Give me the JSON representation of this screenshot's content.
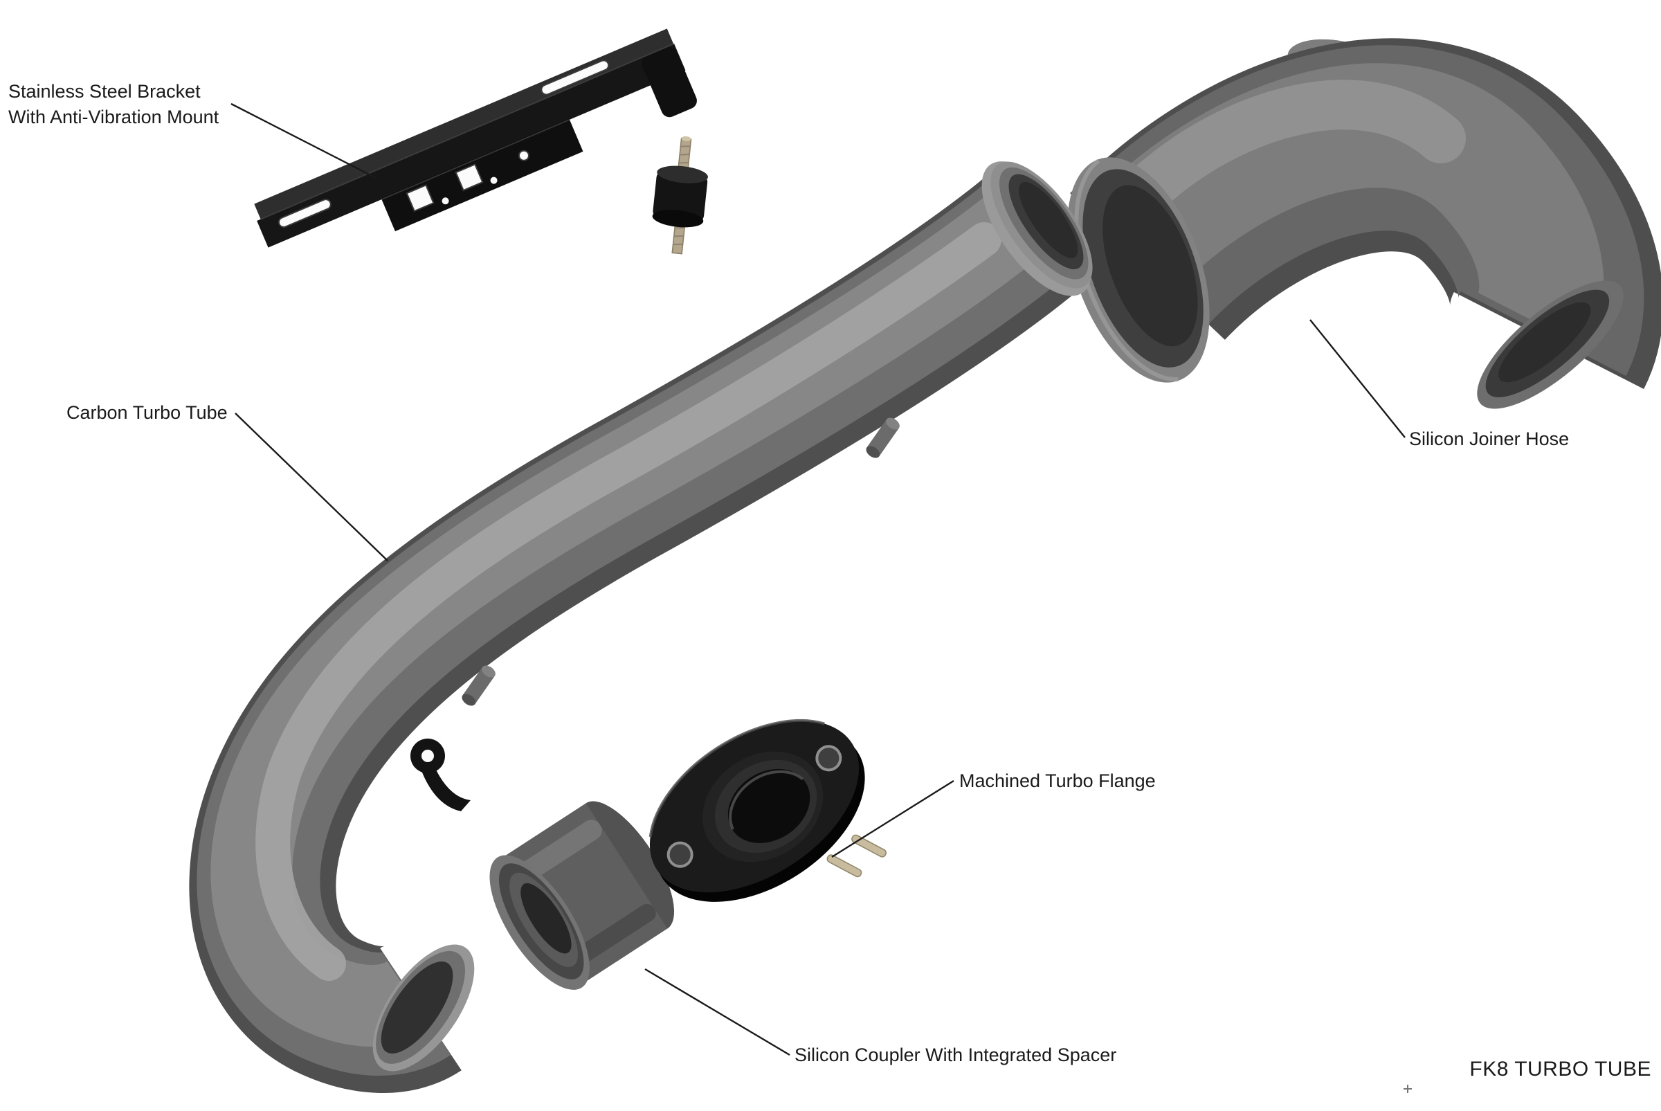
{
  "title": "FK8 TURBO TUBE",
  "labels": {
    "bracket_line1": "Stainless Steel Bracket",
    "bracket_line2": "With Anti-Vibration Mount",
    "carbon_tube": "Carbon Turbo Tube",
    "joiner_hose": "Silicon Joiner Hose",
    "turbo_flange": "Machined Turbo Flange",
    "coupler": "Silicon Coupler With Integrated Spacer"
  },
  "colors": {
    "background": "#ffffff",
    "tube_gray": "#6f6f6f",
    "part_black": "#141414",
    "stud_tan": "#c0b398",
    "label_text": "#1a1a1a"
  }
}
